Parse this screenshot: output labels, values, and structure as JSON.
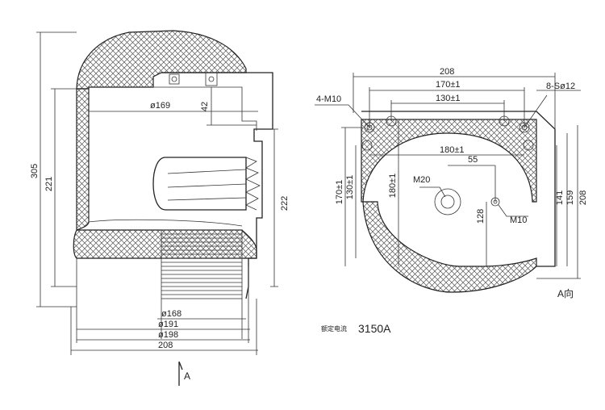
{
  "side_view": {
    "height_305": "305",
    "height_221": "221",
    "height_222": "222",
    "dia_169": "ø169",
    "dim_42": "42",
    "dia_168": "ø168",
    "dia_191": "ø191",
    "dia_198": "ø198",
    "width_208": "208",
    "arrow_a": "A"
  },
  "plan_view": {
    "width_208": "208",
    "dim_170": "170±1",
    "dim_130": "130±1",
    "holes_8s": "8-Sø12",
    "holes_4m": "4-M10",
    "dim_180h": "180±1",
    "dim_55": "55",
    "m20": "M20",
    "m10": "M10",
    "dim_128": "128",
    "v_170": "170±1",
    "v_130": "130±1",
    "v_180": "180±1",
    "v_141": "141",
    "v_159": "159",
    "v_208": "208",
    "view_label": "A向"
  },
  "rating": {
    "label": "额定电流",
    "value": "3150A"
  },
  "colors": {
    "line": "#222222",
    "background": "#ffffff"
  }
}
